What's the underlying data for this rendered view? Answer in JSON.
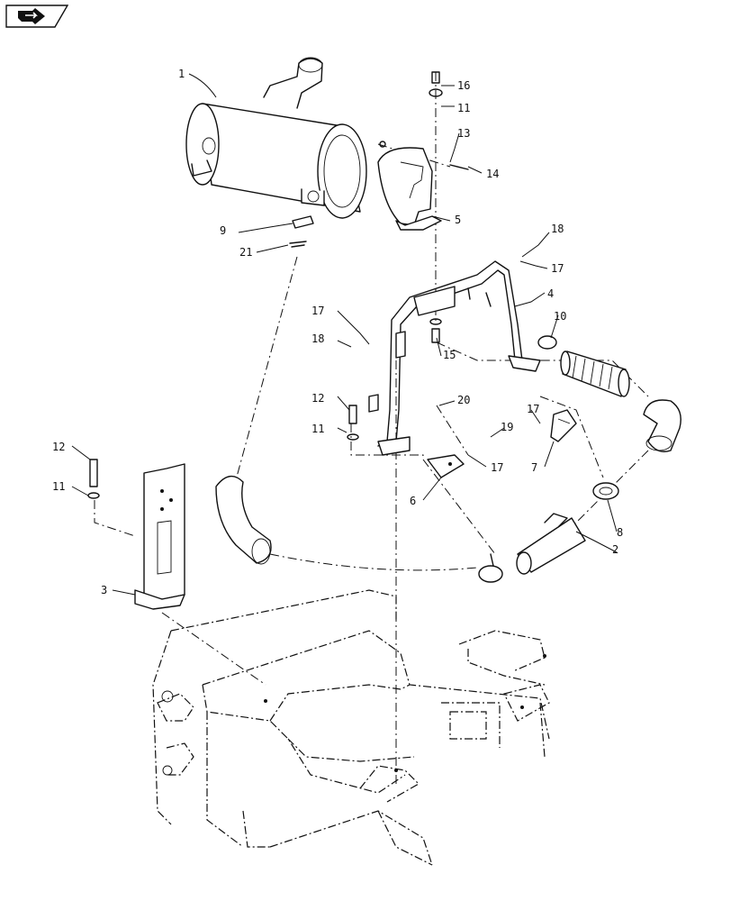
{
  "nav_icon": "arrow-right-icon",
  "callouts": [
    {
      "id": "c1",
      "label": "1"
    },
    {
      "id": "c2",
      "label": "2"
    },
    {
      "id": "c3",
      "label": "3"
    },
    {
      "id": "c4",
      "label": "4"
    },
    {
      "id": "c5",
      "label": "5"
    },
    {
      "id": "c6",
      "label": "6"
    },
    {
      "id": "c7",
      "label": "7"
    },
    {
      "id": "c8",
      "label": "8"
    },
    {
      "id": "c9",
      "label": "9"
    },
    {
      "id": "c10",
      "label": "10"
    },
    {
      "id": "c11a",
      "label": "11"
    },
    {
      "id": "c11b",
      "label": "11"
    },
    {
      "id": "c11c",
      "label": "11"
    },
    {
      "id": "c12a",
      "label": "12"
    },
    {
      "id": "c12b",
      "label": "12"
    },
    {
      "id": "c13",
      "label": "13"
    },
    {
      "id": "c14",
      "label": "14"
    },
    {
      "id": "c15",
      "label": "15"
    },
    {
      "id": "c16",
      "label": "16"
    },
    {
      "id": "c17a",
      "label": "17"
    },
    {
      "id": "c17b",
      "label": "17"
    },
    {
      "id": "c17c",
      "label": "17"
    },
    {
      "id": "c17d",
      "label": "17"
    },
    {
      "id": "c18a",
      "label": "18"
    },
    {
      "id": "c18b",
      "label": "18"
    },
    {
      "id": "c19",
      "label": "19"
    },
    {
      "id": "c20",
      "label": "20"
    },
    {
      "id": "c21",
      "label": "21"
    }
  ]
}
